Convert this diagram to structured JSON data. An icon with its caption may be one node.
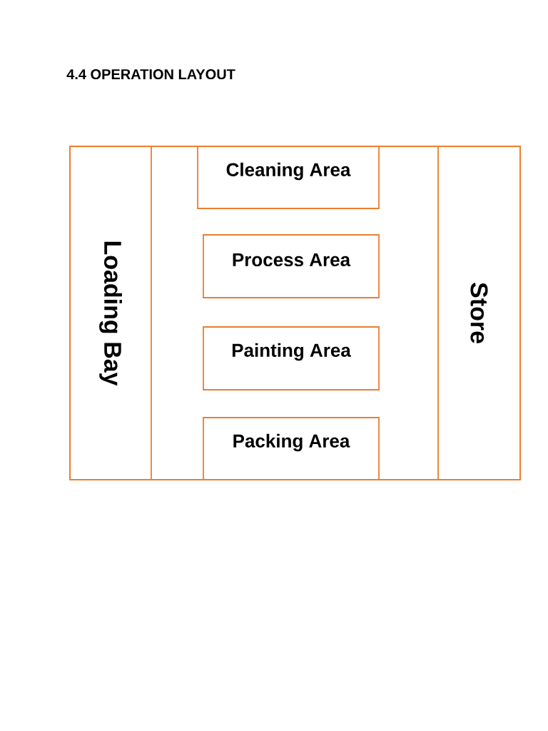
{
  "diagram": {
    "title": "4.4 OPERATION LAYOUT",
    "nodes": [
      {
        "text": [],
        "shape": "box"
      },
      {
        "text": [
          "Loading Bay"
        ],
        "in": 0
      },
      {
        "text": [
          "Cleaning Area"
        ],
        "in": 0
      },
      {
        "text": [
          "Process Area"
        ],
        "in": 0
      },
      {
        "text": [
          "Painting Area"
        ],
        "in": 0
      },
      {
        "text": [
          "Packing Area"
        ],
        "in": 0
      },
      {
        "text": [
          "Store"
        ],
        "in": 0
      }
    ]
  }
}
